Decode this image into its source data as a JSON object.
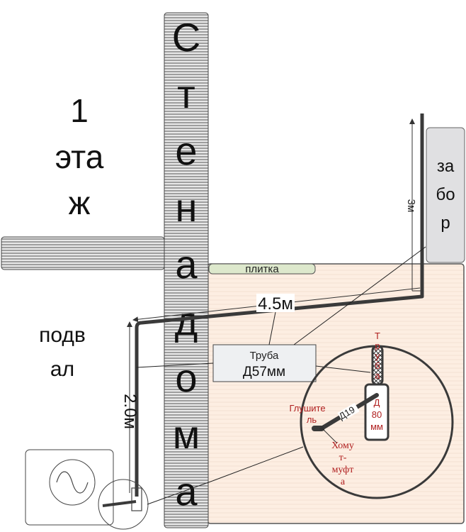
{
  "labels": {
    "floor1": [
      "1",
      "эта",
      "ж"
    ],
    "basement": [
      "подв",
      "ал"
    ],
    "wall_letters": [
      "С",
      "т",
      "е",
      "н",
      "а",
      "д",
      "о",
      "м",
      "а"
    ],
    "fence": [
      "за",
      "бо",
      "р"
    ],
    "tile": "плитка",
    "dim_horizontal": "4.5м",
    "dim_vertical_basement": "2.0м",
    "dim_vertical_outside": "3м",
    "pipe_callout": [
      "Труба",
      "Д57мм"
    ],
    "inset_tube_letters": [
      "Т",
      "р",
      "у",
      "б",
      "а"
    ],
    "inset_pipe_dia": [
      "Д",
      "80",
      "мм"
    ],
    "inset_small_pipe": "Д19",
    "muffler": [
      "Глушите",
      "ль"
    ],
    "clamp": [
      "Хому",
      "т-",
      "муфт",
      "а"
    ]
  },
  "colors": {
    "outdoor_fill": "#fdeee2",
    "tile_fill": "#dde8cc",
    "fence_fill": "#e0e0e2",
    "callout_fill": "#eef0f2",
    "pipe": "#3a3a3a",
    "red_text": "#b02020"
  }
}
